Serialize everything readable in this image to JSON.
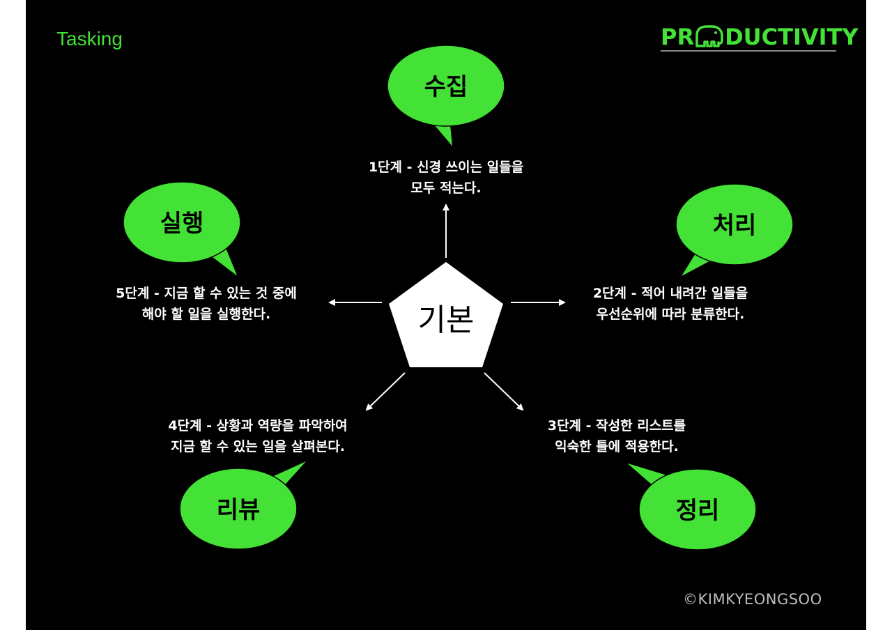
{
  "header": {
    "corner_label": "Tasking",
    "logo_pre": "PR",
    "logo_post": "DUCTIVITY"
  },
  "center": {
    "label": "기본"
  },
  "bubbles": {
    "collect": "수집",
    "process": "처리",
    "organize": "정리",
    "review": "리뷰",
    "execute": "실행"
  },
  "steps": {
    "step1": [
      "1단계 - 신경 쓰이는 일들을",
      "모두 적는다."
    ],
    "step2": [
      "2단계 - 적어 내려간 일들을",
      "우선순위에 따라 분류한다."
    ],
    "step3": [
      "3단계 - 작성한 리스트를",
      "익숙한 틀에 적용한다."
    ],
    "step4": [
      "4단계 - 상황과 역량을 파악하여",
      "지금 할 수 있는 일을 살펴본다."
    ],
    "step5": [
      "5단계 - 지금 할 수 있는 것 중에",
      "해야 할 일을 실행한다."
    ]
  },
  "footer": {
    "copyright": "©KIMKYEONGSOO"
  },
  "colors": {
    "accent": "#44e236",
    "background": "#000000",
    "text": "#ffffff"
  }
}
